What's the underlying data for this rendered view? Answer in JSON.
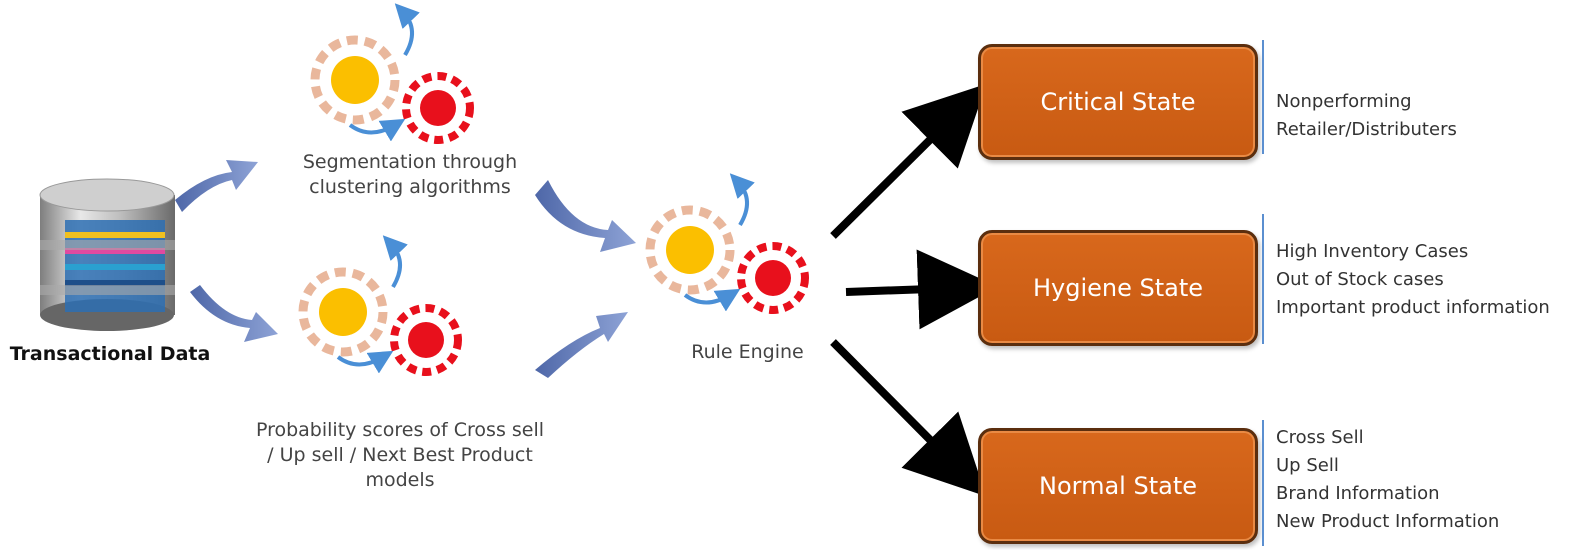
{
  "source": {
    "label": "Transactional Data"
  },
  "process": {
    "segmentation": {
      "line1": "Segmentation through",
      "line2": "clustering algorithms"
    },
    "probability": {
      "line1": "Probability scores of Cross sell",
      "line2": "/ Up sell / Next Best Product",
      "line3": "models"
    },
    "rule_engine": {
      "label": "Rule Engine"
    }
  },
  "states": [
    {
      "label": "Critical State",
      "details": [
        "Nonperforming",
        "Retailer/Distributers"
      ]
    },
    {
      "label": "Hygiene State",
      "details": [
        "High Inventory Cases",
        "Out of Stock cases",
        "Important product information"
      ]
    },
    {
      "label": "Normal State",
      "details": [
        "Cross Sell",
        "Up Sell",
        "Brand Information",
        "New Product Information"
      ]
    }
  ],
  "colors": {
    "state_fill": "#d0621a",
    "state_border": "#5b2e0e",
    "gear_yellow": "#fbbf00",
    "gear_red": "#e8101c",
    "flow_arrow": "#6f86bf",
    "rotate_arrow": "#4a8fd6"
  }
}
